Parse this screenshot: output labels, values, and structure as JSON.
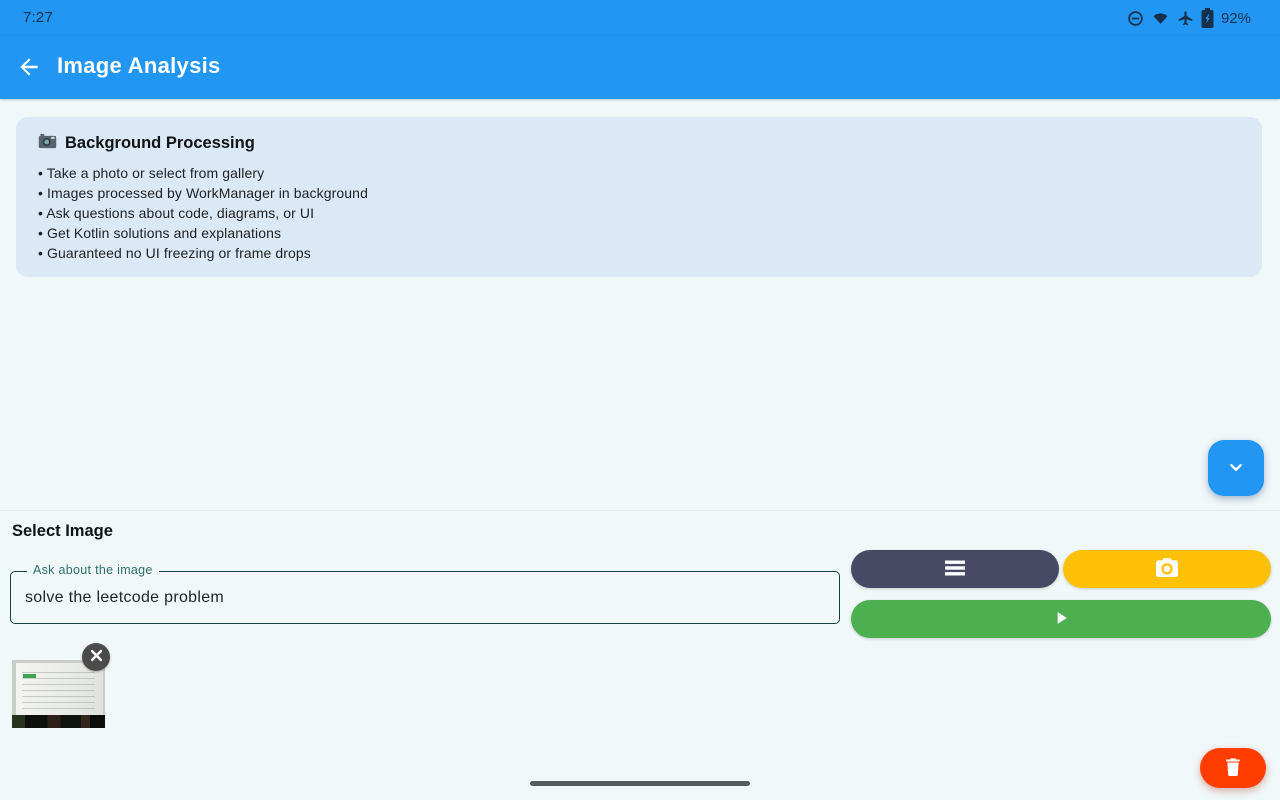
{
  "status_bar": {
    "time": "7:27",
    "battery_percent": "92%",
    "icons": [
      "do-not-disturb-icon",
      "wifi-icon",
      "airplane-mode-icon",
      "battery-charging-icon"
    ]
  },
  "app_bar": {
    "title": "Image Analysis",
    "back_icon": "arrow-left-icon"
  },
  "info_card": {
    "title_icon": "camera-emoji-icon",
    "title": "Background Processing",
    "bullets": [
      "• Take a photo or select from gallery",
      "• Images processed by WorkManager in background",
      "• Ask questions about code, diagrams, or UI",
      "• Get Kotlin solutions and explanations",
      "• Guaranteed no UI freezing or frame drops"
    ]
  },
  "chat_area": {
    "scroll_down_icon": "chevron-down-icon"
  },
  "bottom_panel": {
    "section_title": "Select Image",
    "question_field": {
      "label": "Ask about the image",
      "value": "solve the leetcode problem"
    },
    "buttons": {
      "gallery_icon": "menu-icon",
      "camera_icon": "camera-icon",
      "run_icon": "play-icon"
    },
    "thumbnail": {
      "description": "photo of laptop screen with leetcode problem",
      "remove_icon": "close-icon"
    },
    "delete_icon": "trash-icon"
  },
  "navigation": {
    "handle": "gesture-bar"
  },
  "colors": {
    "appbar": "#2196F3",
    "accent": "#2196F3",
    "pagebg": "#f1f8f9",
    "cardbg": "#dbe8f5",
    "menubtn": "#474a62",
    "camerabtn": "#FFC107",
    "runbtn": "#4CAF50",
    "deletefab": "#FF3D00",
    "fieldlabel": "#2d6e6c",
    "fieldborder": "#16403f"
  }
}
